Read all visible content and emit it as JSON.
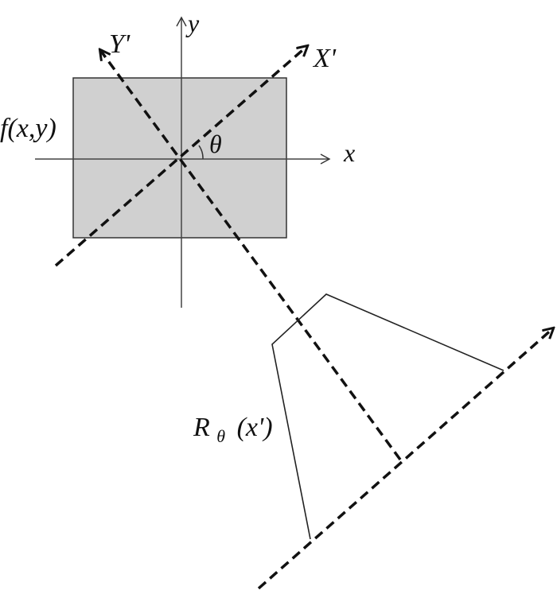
{
  "diagram": {
    "function_label": "f(x,y)",
    "x_axis_label": "x",
    "y_axis_label": "y",
    "x_prime_label": "X'",
    "y_prime_label": "Y'",
    "angle_label": "θ",
    "projection_label_main": "R",
    "projection_label_sub": "θ",
    "projection_label_arg": "(x')"
  },
  "colors": {
    "region_fill": "#d0d0d0",
    "line": "#111111"
  }
}
